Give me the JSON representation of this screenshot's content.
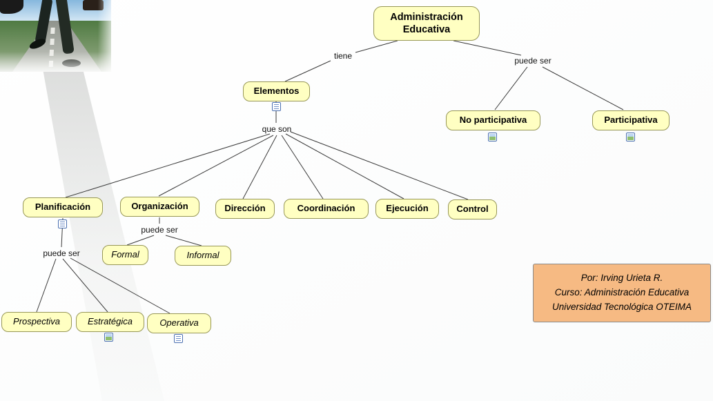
{
  "nodes": {
    "root": "Administración Educativa",
    "elementos": "Elementos",
    "no_participativa": "No participativa",
    "participativa": "Participativa",
    "planificacion": "Planificación",
    "organizacion": "Organización",
    "direccion": "Dirección",
    "coordinacion": "Coordinación",
    "ejecucion": "Ejecución",
    "control": "Control",
    "formal": "Formal",
    "informal": "Informal",
    "prospectiva": "Prospectiva",
    "estrategica": "Estratégica",
    "operativa": "Operativa"
  },
  "relations": [
    {
      "from": "root",
      "label": "tiene",
      "to": [
        "elementos"
      ]
    },
    {
      "from": "root",
      "label": "puede ser",
      "to": [
        "no_participativa",
        "participativa"
      ]
    },
    {
      "from": "elementos",
      "label": "que son",
      "to": [
        "planificacion",
        "organizacion",
        "direccion",
        "coordinacion",
        "ejecucion",
        "control"
      ]
    },
    {
      "from": "organizacion",
      "label": "puede ser",
      "to": [
        "formal",
        "informal"
      ]
    },
    {
      "from": "planificacion",
      "label": "puede ser",
      "to": [
        "prospectiva",
        "estrategica",
        "operativa"
      ]
    }
  ],
  "resource_icons": [
    {
      "on": "elementos",
      "type": "document-resource"
    },
    {
      "on": "planificacion",
      "type": "document-resource"
    },
    {
      "on": "operativa",
      "type": "document-resource"
    },
    {
      "on": "no_participativa",
      "type": "image-resource"
    },
    {
      "on": "participativa",
      "type": "image-resource"
    },
    {
      "on": "estrategica",
      "type": "image-resource"
    }
  ],
  "credit_box": {
    "line1": "Por: Irving Urieta R.",
    "line2": "Curso: Administración Educativa",
    "line3": "Universidad Tecnológica OTEIMA"
  },
  "colors": {
    "node_fill": "#FFFFC2",
    "node_border": "#979756",
    "credit_fill": "#F6BA83",
    "line_color": "#3A3A3A"
  }
}
